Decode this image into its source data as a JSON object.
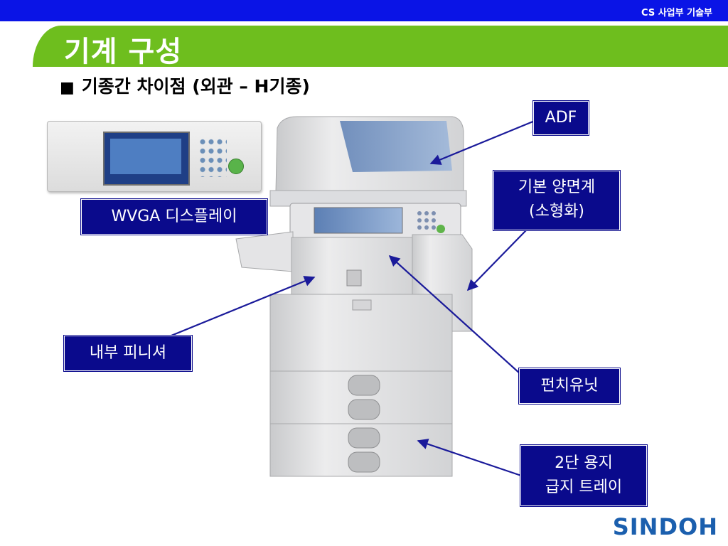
{
  "header": {
    "department": "CS 사업부 기술부"
  },
  "slide": {
    "title": "기계 구성",
    "bullet": "■",
    "subtitle": "기종간 차이점 (외관 – H기종)"
  },
  "labels": {
    "adf": "ADF",
    "duplex_line1": "기본 양면계",
    "duplex_line2": "(소형화)",
    "display": "WVGA 디스플레이",
    "finisher": "내부 피니셔",
    "punch": "펀치유닛",
    "tray_line1": "2단 용지",
    "tray_line2": "급지 트레이"
  },
  "logo": {
    "text": "SINDOH"
  },
  "colors": {
    "header_blue": "#0a14e6",
    "title_green": "#6ebe1e",
    "label_navy": "#0a0a8c",
    "arrow_navy": "#1a1a9a"
  }
}
